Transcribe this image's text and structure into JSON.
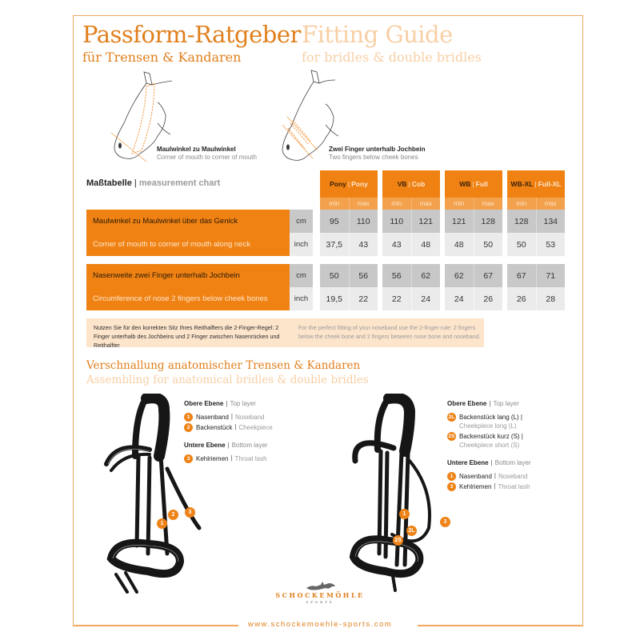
{
  "header": {
    "title_de": "Passform-Ratgeber",
    "title_en": "Fitting Guide",
    "subtitle_de": "für Trensen & Kandaren",
    "subtitle_en": "for bridles & double bridles"
  },
  "illustrations": [
    {
      "caption_de": "Maulwinkel zu Maulwinkel",
      "caption_en": "Corner of mouth to corner of mouth"
    },
    {
      "caption_de": "Zwei Finger unterhalb Jochbein",
      "caption_en": "Two fingers below cheek bones"
    }
  ],
  "measurement_chart": {
    "title_de": "Maßtabelle",
    "separator": "|",
    "title_en": "measurement chart",
    "size_groups": [
      {
        "de": "Pony",
        "en": "Pony"
      },
      {
        "de": "VB",
        "en": "Cob"
      },
      {
        "de": "WB",
        "en": "Full"
      },
      {
        "de": "WB-XL",
        "en": "Full-XL"
      }
    ],
    "min_label": "min",
    "max_label": "max",
    "rows": [
      {
        "label": "Maulwinkel zu Maulwinkel über das Genick",
        "unit": "cm",
        "values": [
          [
            "95",
            "110"
          ],
          [
            "110",
            "121"
          ],
          [
            "121",
            "128"
          ],
          [
            "128",
            "134"
          ]
        ]
      },
      {
        "label": "Corner of mouth to corner of mouth along neck",
        "unit": "inch",
        "values": [
          [
            "37,5",
            "43"
          ],
          [
            "43",
            "48"
          ],
          [
            "48",
            "50"
          ],
          [
            "50",
            "53"
          ]
        ]
      },
      {
        "label": "Nasenweite zwei Finger unterhalb Jochbein",
        "unit": "cm",
        "values": [
          [
            "50",
            "56"
          ],
          [
            "56",
            "62"
          ],
          [
            "62",
            "67"
          ],
          [
            "67",
            "71"
          ]
        ]
      },
      {
        "label": "Circumference of nose 2 fingers below cheek bones",
        "unit": "inch",
        "values": [
          [
            "19,5",
            "22"
          ],
          [
            "22",
            "24"
          ],
          [
            "24",
            "26"
          ],
          [
            "26",
            "28"
          ]
        ]
      }
    ]
  },
  "note": {
    "de": "Nutzen Sie für den korrekten Sitz Ihres Reithalfters die 2-Finger-Regel: 2 Finger unterhalb des Jochbeins und 2 Finger zwischen Nasenrücken und Reithalfter",
    "en": "For the perfect fitting of your noseband use the 2-finger-rule: 2 fingers below the cheek bone and 2 fingers between nose bone and noseband."
  },
  "assembly": {
    "title_de": "Verschnallung anatomischer Trensen & Kandaren",
    "title_en": "Assembling for anatomical bridles & double bridles",
    "left": {
      "top_layer": {
        "de": "Obere Ebene",
        "en": "Top layer"
      },
      "top_items": [
        {
          "badge": "1",
          "de": "Nasenband",
          "en": "Noseband"
        },
        {
          "badge": "2",
          "de": "Backenstück",
          "en": "Cheekpiece"
        }
      ],
      "bottom_layer": {
        "de": "Untere Ebene",
        "en": "Bottom layer"
      },
      "bottom_items": [
        {
          "badge": "3",
          "de": "Kehlriemen",
          "en": "Throat lash"
        }
      ],
      "image_badges": [
        "1",
        "2",
        "3"
      ]
    },
    "right": {
      "top_layer": {
        "de": "Obere Ebene",
        "en": "Top layer"
      },
      "top_items": [
        {
          "badge": "2L",
          "de": "Backenstück lang (L) |",
          "en": "Cheekpiece long (L)"
        },
        {
          "badge": "2S",
          "de": "Backenstück kurz (S) |",
          "en": "Cheekpiece short (S)"
        }
      ],
      "bottom_layer": {
        "de": "Untere Ebene",
        "en": "Bottom layer"
      },
      "bottom_items": [
        {
          "badge": "1",
          "de": "Nasenband",
          "en": "Noseband"
        },
        {
          "badge": "3",
          "de": "Kehlriemen",
          "en": "Throat lash"
        }
      ],
      "image_badges": [
        "1",
        "2L",
        "2S",
        "3"
      ]
    }
  },
  "footer": {
    "brand": "SCHOCKEMÖHLE",
    "brand_sub": "SPORTS",
    "url": "www.schockemoehle-sports.com"
  },
  "colors": {
    "accent": "#f08213",
    "title_orange": "#e07f1c",
    "title_light": "#f8cfa5",
    "note_bg": "#fde5cc",
    "cm_gray": "#c8c8c8",
    "inch_gray": "#ebebeb"
  }
}
